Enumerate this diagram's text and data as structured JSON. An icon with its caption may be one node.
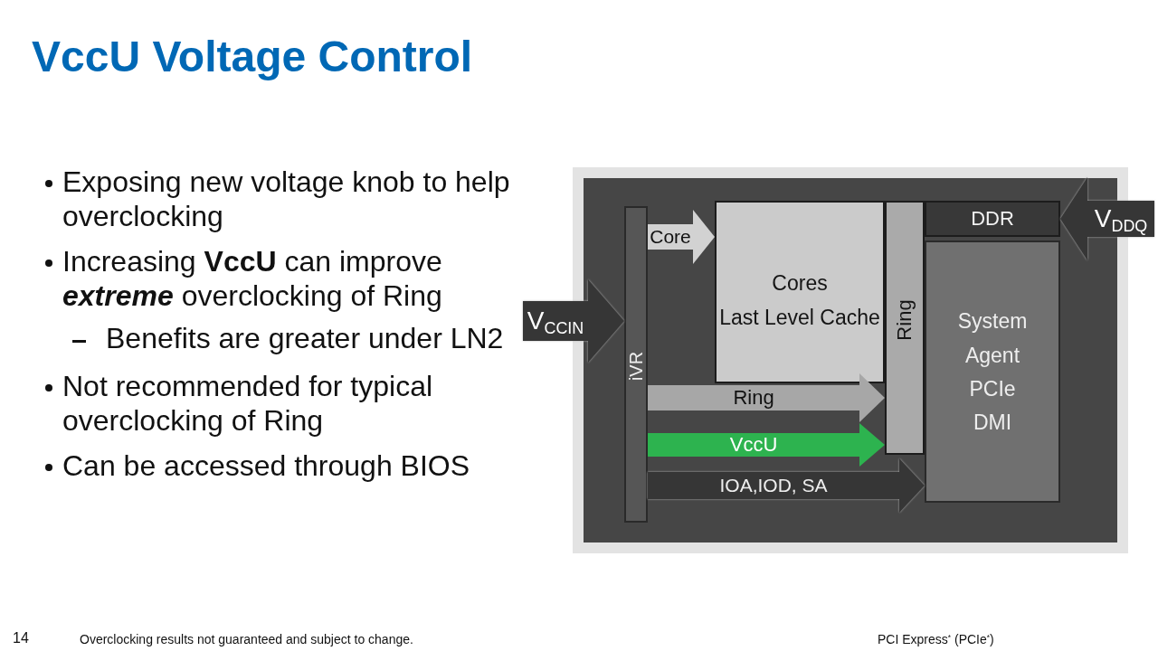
{
  "diagram": {
    "title": "VccU Voltage Control",
    "nodes": [
      {
        "text": [],
        "shape": "box"
      },
      {
        "text": [
          "iVR"
        ],
        "in": 0
      },
      {
        "text": [
          "Cores",
          "Last Level Cache"
        ],
        "in": 0
      },
      {
        "text": [
          "Ring"
        ],
        "in": 0
      },
      {
        "text": [
          "DDR"
        ],
        "in": 0
      },
      {
        "text": [
          "System Agent",
          "PCIe",
          "DMI"
        ],
        "in": 0
      }
    ],
    "edges": [
      {
        "from": null,
        "to": 1,
        "arrow": "to",
        "label": "V$_{CCIN}$"
      },
      {
        "from": 1,
        "to": 2,
        "arrow": "to",
        "label": "Core",
        "color": "#d2d2d2"
      },
      {
        "from": 1,
        "to": 3,
        "arrow": "to",
        "label": "Ring",
        "color": "#a7a7a7"
      },
      {
        "from": 1,
        "to": 3,
        "arrow": "to",
        "label": "VccU",
        "color": "#2db34f"
      },
      {
        "from": 1,
        "to": 5,
        "arrow": "to",
        "label": "IOA,IOD, SA"
      },
      {
        "from": null,
        "to": 4,
        "arrow": "to",
        "label": "V$_{DDQ}$"
      }
    ],
    "labels": [
      "Exposing new voltage knob to help overclocking",
      "Increasing **VccU** can improve *extreme* overclocking of Ring",
      "Benefits are greater under LN2",
      "Not recommended for typical overclocking of Ring",
      "Can be accessed through BIOS",
      "14",
      "Overclocking results not guaranteed and subject to change.",
      "PCI Express$^{*}$ (PCIe$^{*}$)"
    ]
  }
}
